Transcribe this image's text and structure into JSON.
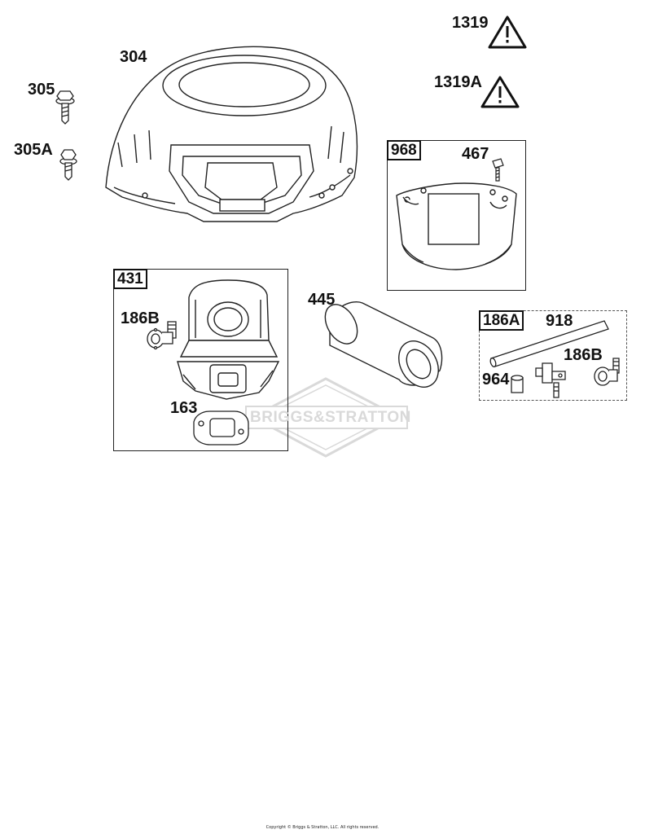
{
  "parts": {
    "p1319": "1319",
    "p1319a": "1319A",
    "p304": "304",
    "p305": "305",
    "p305a": "305A",
    "p968": "968",
    "p467": "467",
    "p431": "431",
    "p186b_left": "186B",
    "p163": "163",
    "p445": "445",
    "p186a": "186A",
    "p918": "918",
    "p186b_right": "186B",
    "p964": "964"
  },
  "watermark": "BRIGGS&STRATTON",
  "footer": {
    "copyright": "Copyright © Briggs & Stratton, LLC. All rights reserved."
  },
  "colors": {
    "line": "#222222",
    "fill": "#ffffff",
    "shade": "#bfbfbf",
    "watermark": "#d9d9d9"
  },
  "icons": [
    "warning-triangle-icon",
    "warning-triangle-icon"
  ]
}
